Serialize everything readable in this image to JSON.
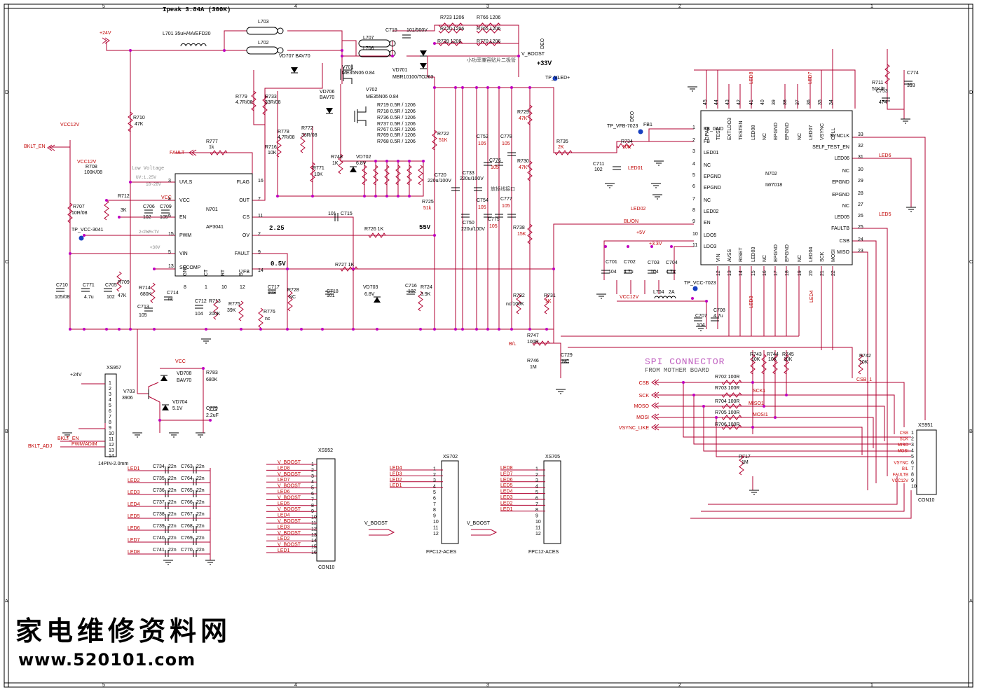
{
  "header": {
    "title": "Ipeak 3.84A (300K)"
  },
  "border": {
    "cols_top": [
      "5",
      "4",
      "3",
      "2",
      "1"
    ],
    "rows_left": [
      "D",
      "C",
      "B",
      "A"
    ]
  },
  "watermark": {
    "site_cn": "家电维修资料网",
    "url": "www.520101.com"
  },
  "notes": {
    "low_voltage": "Low Voltage",
    "uv": "UV:1.25V",
    "range": "18~28V",
    "pwm_tv": "2<PWM<TV",
    "lt30": "<30V",
    "v225": "2.25",
    "v55": "55V",
    "v05": "0.5V",
    "v_boost": "V_BOOST",
    "plus33": "+33V",
    "diode_note": "小功率兼容贴片二极管",
    "cap_note": "放掉线接口"
  },
  "inputs": {
    "p24": "+24V",
    "vcc12a": "VCC12V",
    "vcc12b": "VCC12V",
    "bklt_en": "BKLT_EN",
    "fault": "FAULT",
    "vcc": "VCC",
    "p24b": "+24V",
    "bklt_en2": "BKLT_EN",
    "bklt_adj": "BKLT_ADJ",
    "pwm_adim": "PWM/ADIM",
    "vcc_b": "VCC"
  },
  "ap3041": {
    "ref": "N701",
    "part": "AP3041",
    "left_pins": [
      {
        "n": "3",
        "name": "UVLS"
      },
      {
        "n": "4",
        "name": "VCC"
      },
      {
        "n": "6",
        "name": "EN"
      },
      {
        "n": "15",
        "name": "PWM"
      },
      {
        "n": "5",
        "name": "VIN"
      },
      {
        "n": "13",
        "name": "SSCOMP"
      }
    ],
    "right_pins": [
      {
        "n": "16",
        "name": "FLAG"
      },
      {
        "n": "7",
        "name": "OUT"
      },
      {
        "n": "11",
        "name": "CS"
      },
      {
        "n": "2",
        "name": "OV"
      },
      {
        "n": "9",
        "name": "FAULT"
      },
      {
        "n": "14",
        "name": "FB"
      }
    ],
    "bottom_pins": [
      {
        "n": "8",
        "name": "GND"
      },
      {
        "n": "1",
        "name": "CT"
      },
      {
        "n": "10",
        "name": "RT"
      },
      {
        "n": "12",
        "name": "SC"
      }
    ]
  },
  "iw7018": {
    "ref": "N702",
    "part": "IW7018",
    "top_pins": [
      {
        "n": "45",
        "name": "GPAD"
      },
      {
        "n": "44",
        "name": "TEST"
      },
      {
        "n": "43",
        "name": "EXTLDO3"
      },
      {
        "n": "42",
        "name": "TESTEN"
      },
      {
        "n": "41",
        "name": "LED08"
      },
      {
        "n": "40",
        "name": "NC"
      },
      {
        "n": "39",
        "name": "EPGND"
      },
      {
        "n": "38",
        "name": "EPGND"
      },
      {
        "n": "37",
        "name": "NC"
      },
      {
        "n": "36",
        "name": "LED07"
      },
      {
        "n": "35",
        "name": "VSYNC"
      },
      {
        "n": "34",
        "name": "CPLL"
      }
    ],
    "left_pins": [
      {
        "n": "1",
        "name": "FB_GND"
      },
      {
        "n": "2",
        "name": "FB"
      },
      {
        "n": "3",
        "name": "LED01"
      },
      {
        "n": "4",
        "name": "NC"
      },
      {
        "n": "5",
        "name": "EPGND"
      },
      {
        "n": "6",
        "name": "EPGND"
      },
      {
        "n": "7",
        "name": "NC"
      },
      {
        "n": "8",
        "name": "LED02"
      },
      {
        "n": "9",
        "name": "EN"
      },
      {
        "n": "10",
        "name": "LDO5"
      },
      {
        "n": "11",
        "name": "LDO3"
      }
    ],
    "right_pins": [
      {
        "n": "33",
        "name": "SYNCLK"
      },
      {
        "n": "32",
        "name": "SELF_TEST_EN"
      },
      {
        "n": "31",
        "name": "LED06"
      },
      {
        "n": "30",
        "name": "NC"
      },
      {
        "n": "29",
        "name": "EPGND"
      },
      {
        "n": "28",
        "name": "EPGND"
      },
      {
        "n": "27",
        "name": "NC"
      },
      {
        "n": "26",
        "name": "LED05"
      },
      {
        "n": "25",
        "name": "FAULTB"
      },
      {
        "n": "24",
        "name": "CSB"
      },
      {
        "n": "23",
        "name": "MISO"
      }
    ],
    "bottom_pins": [
      {
        "n": "12",
        "name": "VIN"
      },
      {
        "n": "13",
        "name": "AVSS"
      },
      {
        "n": "14",
        "name": "RISET"
      },
      {
        "n": "15",
        "name": "LED03"
      },
      {
        "n": "16",
        "name": "NC"
      },
      {
        "n": "17",
        "name": "EPGND"
      },
      {
        "n": "18",
        "name": "EPGND"
      },
      {
        "n": "19",
        "name": "NC"
      },
      {
        "n": "20",
        "name": "LED04"
      },
      {
        "n": "21",
        "name": "SCK"
      },
      {
        "n": "22",
        "name": "MOSI"
      }
    ]
  },
  "components": [
    {
      "id": "L701",
      "text": "L701 35uH/4A/EFD20"
    },
    {
      "id": "L703",
      "text": "L703"
    },
    {
      "id": "L702",
      "text": "L702"
    },
    {
      "id": "L707",
      "text": "L707"
    },
    {
      "id": "L706",
      "text": "L706"
    },
    {
      "id": "C719",
      "text": "C719"
    },
    {
      "id": "C719v",
      "text": "101/500V"
    },
    {
      "id": "R723",
      "text": "R723 1206"
    },
    {
      "id": "R766",
      "text": "R766 1206"
    },
    {
      "id": "R720",
      "text": "R720 1206"
    },
    {
      "id": "R765",
      "text": "R765 1206"
    },
    {
      "id": "R739",
      "text": "R739 1206"
    },
    {
      "id": "R770",
      "text": "R770 1206"
    },
    {
      "id": "VD707",
      "text": "VD707 BAV70"
    },
    {
      "id": "V701",
      "text": "V701"
    },
    {
      "id": "V701v",
      "text": "ME35N06 0.84"
    },
    {
      "id": "VD701",
      "text": "VD701"
    },
    {
      "id": "VD701v",
      "text": "MBR10100/TO263"
    },
    {
      "id": "TP_VLED",
      "text": "TP_VLED+"
    },
    {
      "id": "R779",
      "text": "R779"
    },
    {
      "id": "R779v",
      "text": "4.7R/08"
    },
    {
      "id": "R733",
      "text": "R733"
    },
    {
      "id": "R733v",
      "text": "33R/08"
    },
    {
      "id": "VD706",
      "text": "VD706"
    },
    {
      "id": "VD706v",
      "text": "BAV70"
    },
    {
      "id": "V702",
      "text": "V702"
    },
    {
      "id": "V702v",
      "text": "ME35N06 0.84"
    },
    {
      "id": "R719",
      "text": "R719  0.5R / 1206"
    },
    {
      "id": "R718",
      "text": "R718  0.5R / 1206"
    },
    {
      "id": "R736",
      "text": "R736  0.5R / 1206"
    },
    {
      "id": "R737",
      "text": "R737  0.5R / 1206"
    },
    {
      "id": "R767",
      "text": "R767  0.5R / 1206"
    },
    {
      "id": "R769",
      "text": "R769  0.5R / 1206"
    },
    {
      "id": "R768",
      "text": "R768  0.5R / 1206"
    },
    {
      "id": "R710",
      "text": "R710"
    },
    {
      "id": "R710v",
      "text": "47K"
    },
    {
      "id": "R777",
      "text": "R777"
    },
    {
      "id": "R777v",
      "text": "1k"
    },
    {
      "id": "R778",
      "text": "R778"
    },
    {
      "id": "R778v",
      "text": "4.7R/08"
    },
    {
      "id": "R772",
      "text": "R772"
    },
    {
      "id": "R772v",
      "text": "33R/08"
    },
    {
      "id": "R716",
      "text": "R716"
    },
    {
      "id": "R716v",
      "text": "10K"
    },
    {
      "id": "R771",
      "text": "R771"
    },
    {
      "id": "R771v",
      "text": "10K"
    },
    {
      "id": "R748",
      "text": "R748"
    },
    {
      "id": "R748v",
      "text": "1K"
    },
    {
      "id": "VD702",
      "text": "VD702"
    },
    {
      "id": "VD702v",
      "text": "6.8V"
    },
    {
      "id": "R722",
      "text": "R722"
    },
    {
      "id": "R722v",
      "text": "51K"
    },
    {
      "id": "C752",
      "text": "C752"
    },
    {
      "id": "C752v",
      "text": "105"
    },
    {
      "id": "C778",
      "text": "C778"
    },
    {
      "id": "C778v",
      "text": "105"
    },
    {
      "id": "C776",
      "text": "C776"
    },
    {
      "id": "C776v",
      "text": "105"
    },
    {
      "id": "C720",
      "text": "C720"
    },
    {
      "id": "C720v",
      "text": "220u/100V"
    },
    {
      "id": "C733",
      "text": "C733"
    },
    {
      "id": "C733v",
      "text": "220u/100V"
    },
    {
      "id": "C754",
      "text": "C754"
    },
    {
      "id": "C754v",
      "text": "105"
    },
    {
      "id": "C777",
      "text": "C777"
    },
    {
      "id": "C777v",
      "text": "105"
    },
    {
      "id": "C775",
      "text": "C775"
    },
    {
      "id": "C775v",
      "text": "105"
    },
    {
      "id": "C750",
      "text": "C750"
    },
    {
      "id": "C750v",
      "text": "220u/100V"
    },
    {
      "id": "R729",
      "text": "R729"
    },
    {
      "id": "R729v",
      "text": "47K"
    },
    {
      "id": "R730",
      "text": "R730"
    },
    {
      "id": "R730v",
      "text": "47K"
    },
    {
      "id": "R738",
      "text": "R738"
    },
    {
      "id": "R738v",
      "text": "15K"
    },
    {
      "id": "R725",
      "text": "R725"
    },
    {
      "id": "R725v",
      "text": "51k"
    },
    {
      "id": "R735",
      "text": "R735"
    },
    {
      "id": "R735v",
      "text": "2K"
    },
    {
      "id": "R734",
      "text": "R734"
    },
    {
      "id": "R734v",
      "text": "10K"
    },
    {
      "id": "TP_VFB",
      "text": "TP_VFB-7023"
    },
    {
      "id": "FB1",
      "text": "FB1"
    },
    {
      "id": "C711",
      "text": "C711"
    },
    {
      "id": "C711v",
      "text": "102"
    },
    {
      "id": "R708",
      "text": "R708"
    },
    {
      "id": "R708v",
      "text": "100K/08"
    },
    {
      "id": "R712",
      "text": "R712"
    },
    {
      "id": "R712v",
      "text": "3K"
    },
    {
      "id": "C706",
      "text": "C706"
    },
    {
      "id": "C706v",
      "text": "102"
    },
    {
      "id": "C709",
      "text": "C709"
    },
    {
      "id": "C709v",
      "text": "105"
    },
    {
      "id": "R707",
      "text": "R707"
    },
    {
      "id": "R707v",
      "text": "10R/08"
    },
    {
      "id": "TP_VCC3041",
      "text": "TP_VCC-3041"
    },
    {
      "id": "C715",
      "text": "C715"
    },
    {
      "id": "C715v",
      "text": "101"
    },
    {
      "id": "R726",
      "text": "R726  1K"
    },
    {
      "id": "R727",
      "text": "R727  1K"
    },
    {
      "id": "C710",
      "text": "C710"
    },
    {
      "id": "C710v",
      "text": "105/08"
    },
    {
      "id": "C771",
      "text": "C771"
    },
    {
      "id": "C771v",
      "text": "4.7u"
    },
    {
      "id": "C705",
      "text": "C705"
    },
    {
      "id": "C705v",
      "text": "102"
    },
    {
      "id": "R709",
      "text": "R709"
    },
    {
      "id": "R709v",
      "text": "47K"
    },
    {
      "id": "R714",
      "text": "R714"
    },
    {
      "id": "R714v",
      "text": "680K"
    },
    {
      "id": "C714",
      "text": "C714"
    },
    {
      "id": "C714v",
      "text": "nc"
    },
    {
      "id": "C713",
      "text": "C713"
    },
    {
      "id": "C713v",
      "text": "105"
    },
    {
      "id": "C712",
      "text": "C712"
    },
    {
      "id": "C712v",
      "text": "104"
    },
    {
      "id": "R713",
      "text": "R713"
    },
    {
      "id": "R713v",
      "text": "200K"
    },
    {
      "id": "R775",
      "text": "R775"
    },
    {
      "id": "R775v",
      "text": "39K"
    },
    {
      "id": "R776",
      "text": "R776"
    },
    {
      "id": "R776v",
      "text": "nc"
    },
    {
      "id": "C717",
      "text": "C717"
    },
    {
      "id": "C717v",
      "text": "103"
    },
    {
      "id": "R728",
      "text": "R728"
    },
    {
      "id": "R728v",
      "text": "NC"
    },
    {
      "id": "C718",
      "text": "C718"
    },
    {
      "id": "C718v",
      "text": "101"
    },
    {
      "id": "VD703",
      "text": "VD703"
    },
    {
      "id": "VD703v",
      "text": "6.8V"
    },
    {
      "id": "C716",
      "text": "C716"
    },
    {
      "id": "C716v",
      "text": "102"
    },
    {
      "id": "R724",
      "text": "R724"
    },
    {
      "id": "R724v",
      "text": "3.9K"
    },
    {
      "id": "R732",
      "text": "R732"
    },
    {
      "id": "R732v",
      "text": "nc/100K"
    },
    {
      "id": "R731",
      "text": "R731"
    },
    {
      "id": "R731v",
      "text": "1K"
    },
    {
      "id": "R747",
      "text": "R747"
    },
    {
      "id": "R747v",
      "text": "100R"
    },
    {
      "id": "R746",
      "text": "R746"
    },
    {
      "id": "R746v",
      "text": "1M"
    },
    {
      "id": "C729",
      "text": "C729"
    },
    {
      "id": "C729v",
      "text": "NC"
    },
    {
      "id": "BL",
      "text": "B/L"
    },
    {
      "id": "C701",
      "text": "C701"
    },
    {
      "id": "C701v",
      "text": "104"
    },
    {
      "id": "C702",
      "text": "C702"
    },
    {
      "id": "C702v",
      "text": "4.7u"
    },
    {
      "id": "C703",
      "text": "C703"
    },
    {
      "id": "C703v",
      "text": "104"
    },
    {
      "id": "C704",
      "text": "C704"
    },
    {
      "id": "C704v",
      "text": "4.7u"
    },
    {
      "id": "L704",
      "text": "L704"
    },
    {
      "id": "L704v",
      "text": "2A"
    },
    {
      "id": "TP_VCC7023",
      "text": "TP_VCC-7023"
    },
    {
      "id": "C707",
      "text": "C707"
    },
    {
      "id": "C707v",
      "text": "104"
    },
    {
      "id": "C708",
      "text": "C708"
    },
    {
      "id": "C708v",
      "text": "4.7u"
    },
    {
      "id": "R711",
      "text": "R711"
    },
    {
      "id": "R711v",
      "text": "51K/F"
    },
    {
      "id": "C774",
      "text": "C774"
    },
    {
      "id": "C774v",
      "text": "393"
    },
    {
      "id": "C753",
      "text": "C753"
    },
    {
      "id": "C753v",
      "text": "474"
    },
    {
      "id": "R743",
      "text": "R743"
    },
    {
      "id": "R743v",
      "text": "10K"
    },
    {
      "id": "R744",
      "text": "R744"
    },
    {
      "id": "R744v",
      "text": "10K"
    },
    {
      "id": "R745",
      "text": "R745"
    },
    {
      "id": "R745v",
      "text": "10K"
    },
    {
      "id": "R742",
      "text": "R742"
    },
    {
      "id": "R742v",
      "text": "10K"
    },
    {
      "id": "R702",
      "text": "R702 100R"
    },
    {
      "id": "R703",
      "text": "R703 100R"
    },
    {
      "id": "R704",
      "text": "R704 100R"
    },
    {
      "id": "R705",
      "text": "R705 100R"
    },
    {
      "id": "R706",
      "text": "R706 100R"
    },
    {
      "id": "R717",
      "text": "R717"
    },
    {
      "id": "R717v",
      "text": "1M"
    },
    {
      "id": "V703",
      "text": "V703"
    },
    {
      "id": "V703v",
      "text": "3906"
    },
    {
      "id": "VD708",
      "text": "VD708"
    },
    {
      "id": "VD708v",
      "text": "BAV70"
    },
    {
      "id": "R783",
      "text": "R783"
    },
    {
      "id": "R783v",
      "text": "680K"
    },
    {
      "id": "VD704",
      "text": "VD704"
    },
    {
      "id": "VD704v",
      "text": "5.1V"
    },
    {
      "id": "C779",
      "text": "C779"
    },
    {
      "id": "C779v",
      "text": "2.2uF"
    },
    {
      "id": "XS957",
      "text": "XS957"
    },
    {
      "id": "XS957p",
      "text": "14PIN-2.0mm"
    }
  ],
  "nets": {
    "ledo1": "LED01",
    "ledo2": "LED02",
    "led5": "LED5",
    "led6": "LED6",
    "led7": "LED7",
    "led8": "LED8",
    "led3": "LED3",
    "led4": "LED4",
    "bl_on": "BL/ON",
    "p5v": "+5V",
    "p33v": "+3.3V",
    "vcc12v_c": "VCC12V",
    "csb1": "CSB_1",
    "sck1": "SCK1",
    "miso1": "MISO1",
    "mosi1": "MOSI1",
    "deo1": "DEO",
    "deo2": "DEO"
  },
  "spi": {
    "title": "SPI CONNECTOR",
    "subtitle": "FROM MOTHER BOARD",
    "signals": [
      "CSB",
      "SCK",
      "MOSO",
      "MOSI",
      "VSYNC_LIKE"
    ]
  },
  "xs951": {
    "ref": "XS951",
    "part": "CON10",
    "labels": [
      "CSB",
      "SCK",
      "MISO",
      "MOSI",
      "",
      "VSYNC",
      "B/L",
      "FAULTB",
      "VCC12V",
      ""
    ]
  },
  "caps_bank": {
    "left": [
      "C734",
      "C735",
      "C736",
      "C737",
      "C738",
      "C739",
      "C740",
      "C741"
    ],
    "right": [
      "C763",
      "C764",
      "C765",
      "C766",
      "C767",
      "C768",
      "C769",
      "C770"
    ],
    "value": "22n",
    "leds": [
      "LED1",
      "LED2",
      "LED3",
      "LED4",
      "LED5",
      "LED6",
      "LED7",
      "LED8"
    ]
  },
  "xs952": {
    "ref": "XS952",
    "part": "CON10",
    "labels": [
      "V_BOOST",
      "LED8",
      "V_BOOST",
      "LED7",
      "V_BOOST",
      "LED6",
      "V_BOOST",
      "LED5",
      "V_BOOST",
      "LED4",
      "V_BOOST",
      "LED3",
      "V_BOOST",
      "LED2",
      "V_BOOST",
      "LED1"
    ]
  },
  "xs702": {
    "ref": "XS702",
    "part": "FPC12-ACES",
    "labels": [
      "LED4",
      "LED3",
      "LED2",
      "LED1"
    ],
    "vb": "V_BOOST"
  },
  "xs705": {
    "ref": "XS705",
    "part": "FPC12-ACES",
    "labels": [
      "LED8",
      "LED7",
      "LED6",
      "LED5",
      "LED4",
      "LED3",
      "LED2",
      "LED1"
    ],
    "vb": "V_BOOST"
  }
}
